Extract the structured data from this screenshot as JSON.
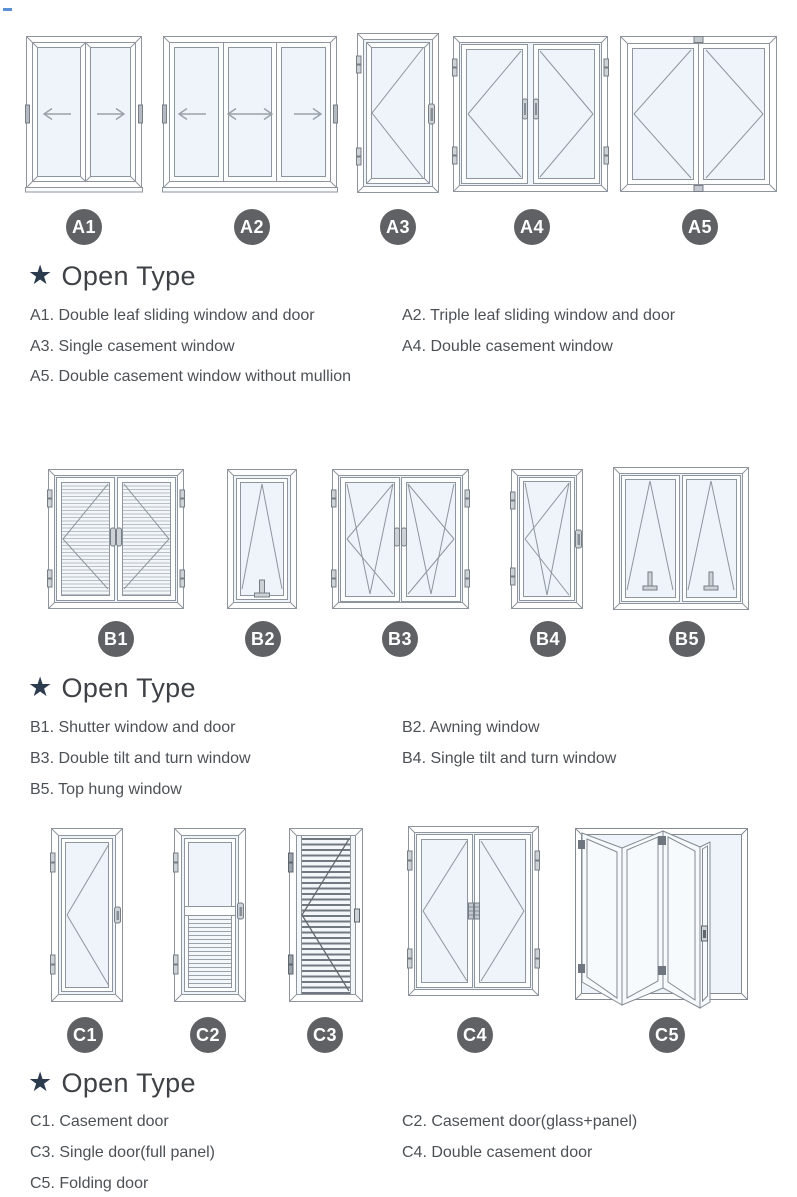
{
  "icons": {
    "star": "★"
  },
  "colors": {
    "badge_bg": "#5f6164",
    "badge_text": "#ffffff",
    "star": "#2d3b4e",
    "heading_text": "#3e4246",
    "body_text": "#4c5156",
    "frame_line": "#8e959d",
    "glass": "#eef4f9",
    "louver_light": "#b7bec5",
    "louver_dark": "#717880",
    "arrow": "#9aa1a8"
  },
  "sections": [
    {
      "heading": "Open Type",
      "diagrams": [
        {
          "badge": "A1",
          "name": "double-leaf-sliding-window-and-door"
        },
        {
          "badge": "A2",
          "name": "triple-leaf-sliding-window-and-door"
        },
        {
          "badge": "A3",
          "name": "single-casement-window"
        },
        {
          "badge": "A4",
          "name": "double-casement-window"
        },
        {
          "badge": "A5",
          "name": "double-casement-window-without-mullion"
        }
      ],
      "items": [
        {
          "left": "A1. Double leaf sliding window and door",
          "right": "A2. Triple leaf sliding window and door"
        },
        {
          "left": "A3. Single casement window",
          "right": "A4. Double casement window"
        },
        {
          "left": "A5. Double casement window without mullion",
          "right": ""
        }
      ]
    },
    {
      "heading": "Open Type",
      "diagrams": [
        {
          "badge": "B1",
          "name": "shutter-window-and-door"
        },
        {
          "badge": "B2",
          "name": "awning-window"
        },
        {
          "badge": "B3",
          "name": "double-tilt-and-turn-window"
        },
        {
          "badge": "B4",
          "name": "single-tilt-and-turn-window"
        },
        {
          "badge": "B5",
          "name": "top-hung-window"
        }
      ],
      "items": [
        {
          "left": "B1. Shutter window and door",
          "right": "B2. Awning window"
        },
        {
          "left": "B3. Double tilt and turn window",
          "right": "B4. Single tilt and turn window"
        },
        {
          "left": "B5. Top hung window",
          "right": ""
        }
      ]
    },
    {
      "heading": "Open Type",
      "diagrams": [
        {
          "badge": "C1",
          "name": "casement-door"
        },
        {
          "badge": "C2",
          "name": "casement-door-glass-panel"
        },
        {
          "badge": "C3",
          "name": "single-door-full-panel"
        },
        {
          "badge": "C4",
          "name": "double-casement-door"
        },
        {
          "badge": "C5",
          "name": "folding-door"
        }
      ],
      "items": [
        {
          "left": "C1. Casement door",
          "right": "C2. Casement door(glass+panel)"
        },
        {
          "left": "C3. Single door(full panel)",
          "right": "C4. Double casement door"
        },
        {
          "left": "C5. Folding door",
          "right": ""
        }
      ]
    }
  ]
}
